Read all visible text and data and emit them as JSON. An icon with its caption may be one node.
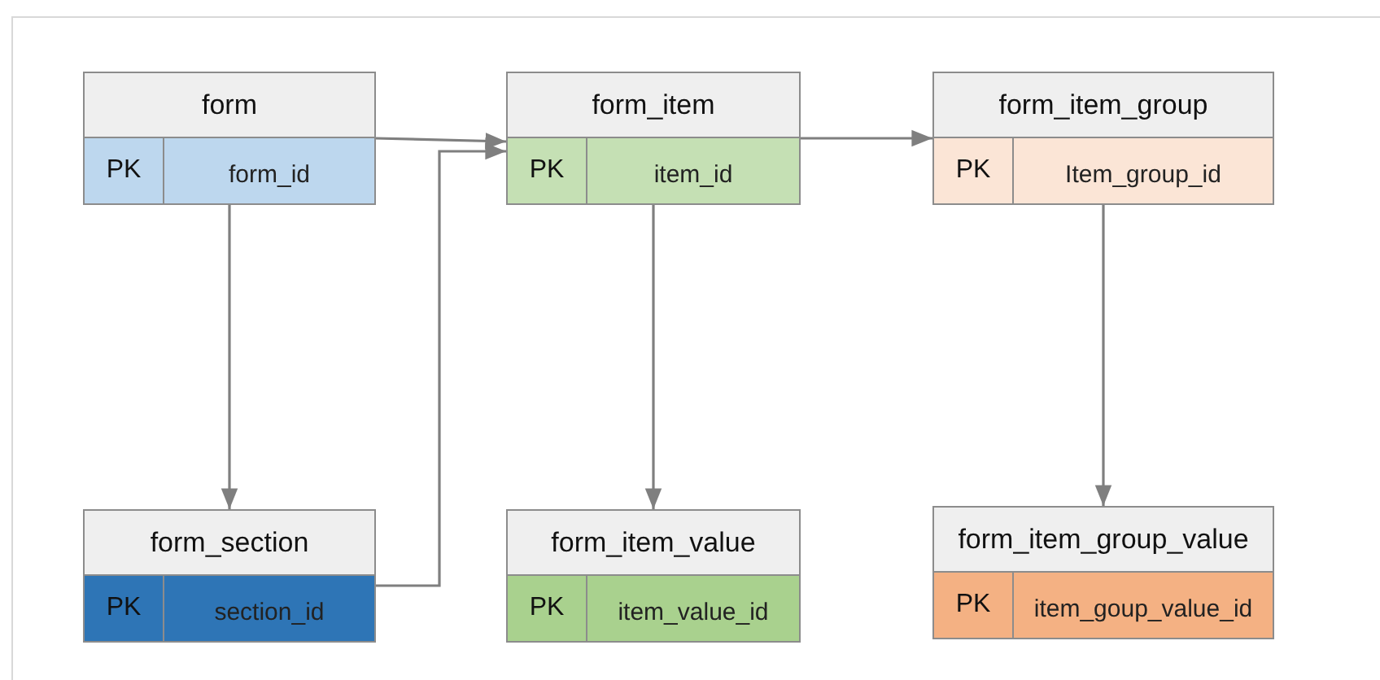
{
  "diagram": {
    "nodes": [
      {
        "text": [
          "form",
          "PK",
          "form_id"
        ]
      },
      {
        "text": [
          "form_item",
          "PK",
          "item_id"
        ]
      },
      {
        "text": [
          "form_item_group",
          "PK",
          "Item_group_id"
        ]
      },
      {
        "text": [
          "form_section",
          "PK",
          "section_id"
        ]
      },
      {
        "text": [
          "form_item_value",
          "PK",
          "item_value_id"
        ]
      },
      {
        "text": [
          "form_item_group_value",
          "PK",
          "item_goup_value_id"
        ]
      }
    ],
    "edges": [
      {
        "from": 0,
        "to": 1,
        "arrow": "to"
      },
      {
        "from": 1,
        "to": 2,
        "arrow": "to"
      },
      {
        "from": 0,
        "to": 3,
        "arrow": "to"
      },
      {
        "from": 1,
        "to": 4,
        "arrow": "to"
      },
      {
        "from": 2,
        "to": 5,
        "arrow": "to"
      },
      {
        "from": 3,
        "to": 1,
        "arrow": "to"
      }
    ]
  }
}
